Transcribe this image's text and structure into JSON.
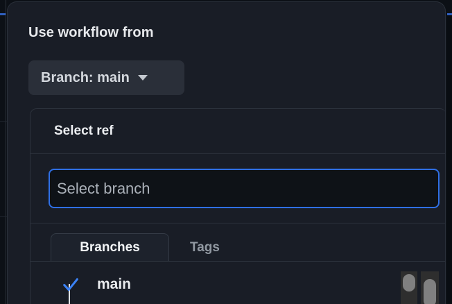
{
  "dialog": {
    "title": "Use workflow from",
    "branch_button": {
      "label": "Branch: main",
      "caret_icon": "chevron-down-icon"
    }
  },
  "ref_panel": {
    "title": "Select ref",
    "search": {
      "value": "",
      "placeholder": "Select branch",
      "focused": true,
      "focus_color": "#2f6fe4"
    },
    "tabs": [
      {
        "label": "Branches",
        "active": true
      },
      {
        "label": "Tags",
        "active": false
      }
    ],
    "items": [
      {
        "label": "main",
        "selected": true,
        "check_icon": "check-icon"
      }
    ]
  },
  "colors": {
    "dialog_background": "#191d26",
    "page_background": "#0c1016",
    "accent_blue": "#2f6fe4",
    "check_blue": "#3b82f6",
    "text_primary": "#e8eaed",
    "text_muted": "#9198a1",
    "border": "#2c323c",
    "button_background": "#2a2f39",
    "scrollbar_track": "#2e2e2e",
    "scrollbar_thumb": "#808080"
  }
}
